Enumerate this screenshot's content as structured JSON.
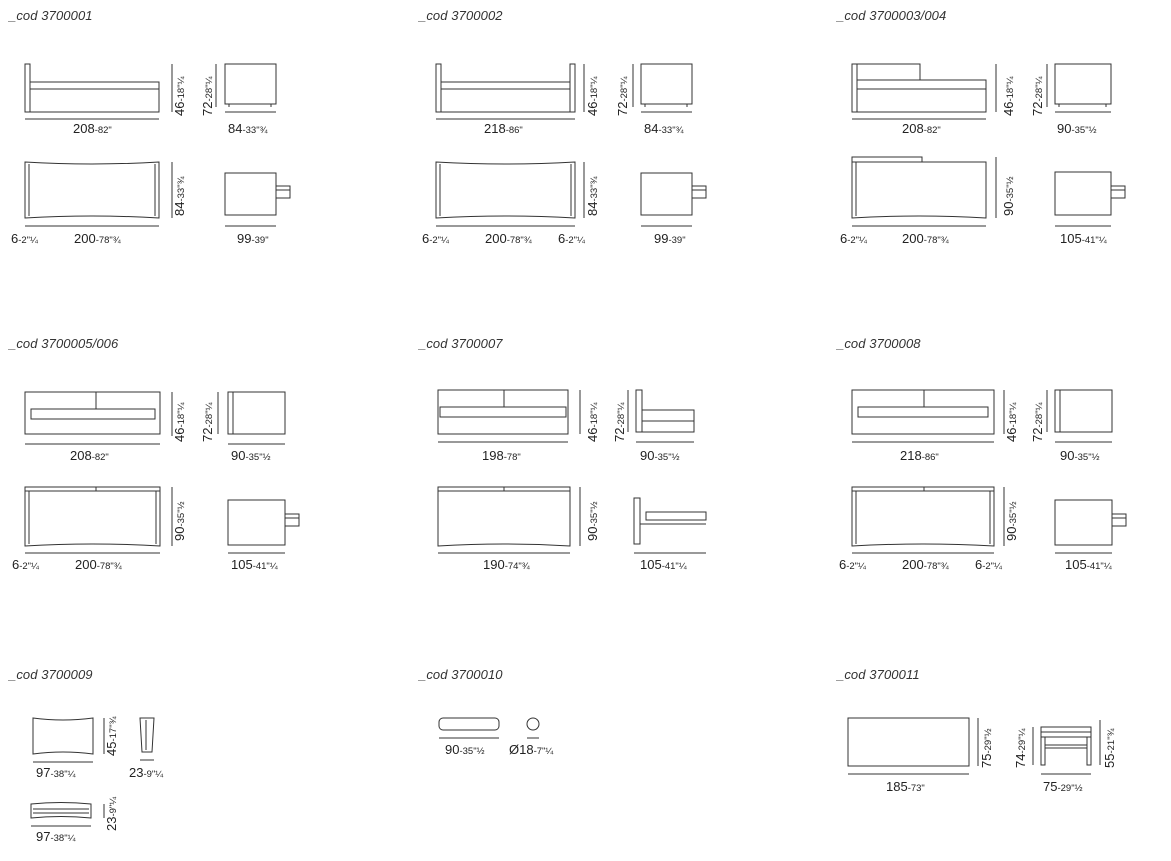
{
  "sections": [
    {
      "code": "_cod 3700001",
      "dims": [
        [
          "208",
          "-82\""
        ],
        [
          "46",
          "-18\"¼"
        ],
        [
          "72",
          "-28\"¼"
        ],
        [
          "84",
          "-33\"¾"
        ],
        [
          "84",
          "-33\"¾"
        ],
        [
          "6",
          "-2\"¼"
        ],
        [
          "200",
          "-78\"¾"
        ],
        [
          "99",
          "-39\""
        ]
      ]
    },
    {
      "code": "_cod 3700002",
      "dims": [
        [
          "218",
          "-86\""
        ],
        [
          "46",
          "-18\"¼"
        ],
        [
          "72",
          "-28\"¼"
        ],
        [
          "84",
          "-33\"¾"
        ],
        [
          "84",
          "-33\"¾"
        ],
        [
          "6",
          "-2\"¼"
        ],
        [
          "200",
          "-78\"¾"
        ],
        [
          "6",
          "-2\"¼"
        ],
        [
          "99",
          "-39\""
        ]
      ]
    },
    {
      "code": "_cod 3700003/004",
      "dims": [
        [
          "208",
          "-82\""
        ],
        [
          "46",
          "-18\"¼"
        ],
        [
          "72",
          "-28\"¼"
        ],
        [
          "90",
          "-35\"½"
        ],
        [
          "90",
          "-35\"½"
        ],
        [
          "6",
          "-2\"¼"
        ],
        [
          "200",
          "-78\"¾"
        ],
        [
          "105",
          "-41\"¼"
        ]
      ]
    },
    {
      "code": "_cod 3700005/006",
      "dims": [
        [
          "208",
          "-82\""
        ],
        [
          "46",
          "-18\"¼"
        ],
        [
          "72",
          "-28\"¼"
        ],
        [
          "90",
          "-35\"½"
        ],
        [
          "90",
          "-35\"½"
        ],
        [
          "6",
          "-2\"¼"
        ],
        [
          "200",
          "-78\"¾"
        ],
        [
          "105",
          "-41\"¼"
        ]
      ]
    },
    {
      "code": "_cod 3700007",
      "dims": [
        [
          "198",
          "-78\""
        ],
        [
          "46",
          "-18\"¼"
        ],
        [
          "72",
          "-28\"¼"
        ],
        [
          "90",
          "-35\"½"
        ],
        [
          "90",
          "-35\"½"
        ],
        [
          "190",
          "-74\"¾"
        ],
        [
          "105",
          "-41\"¼"
        ]
      ]
    },
    {
      "code": "_cod 3700008",
      "dims": [
        [
          "218",
          "-86\""
        ],
        [
          "46",
          "-18\"¼"
        ],
        [
          "72",
          "-28\"¼"
        ],
        [
          "90",
          "-35\"½"
        ],
        [
          "90",
          "-35\"½"
        ],
        [
          "6",
          "-2\"¼"
        ],
        [
          "200",
          "-78\"¾"
        ],
        [
          "6",
          "-2\"¼"
        ],
        [
          "105",
          "-41\"¼"
        ]
      ]
    },
    {
      "code": "_cod 3700009",
      "dims": [
        [
          "45",
          "-17\"¾"
        ],
        [
          "97",
          "-38\"¼"
        ],
        [
          "23",
          "-9\"¼"
        ],
        [
          "23",
          "-9\"¼"
        ],
        [
          "97",
          "-38\"¼"
        ]
      ]
    },
    {
      "code": "_cod 3700010",
      "dims": [
        [
          "90",
          "-35\"½"
        ],
        [
          "Ø18",
          "-7\"¼"
        ]
      ]
    },
    {
      "code": "_cod 3700011",
      "dims": [
        [
          "75",
          "-29\"½"
        ],
        [
          "185",
          "-73\""
        ],
        [
          "74",
          "-29\"¼"
        ],
        [
          "55",
          "-21\"¾"
        ],
        [
          "75",
          "-29\"½"
        ]
      ]
    }
  ]
}
